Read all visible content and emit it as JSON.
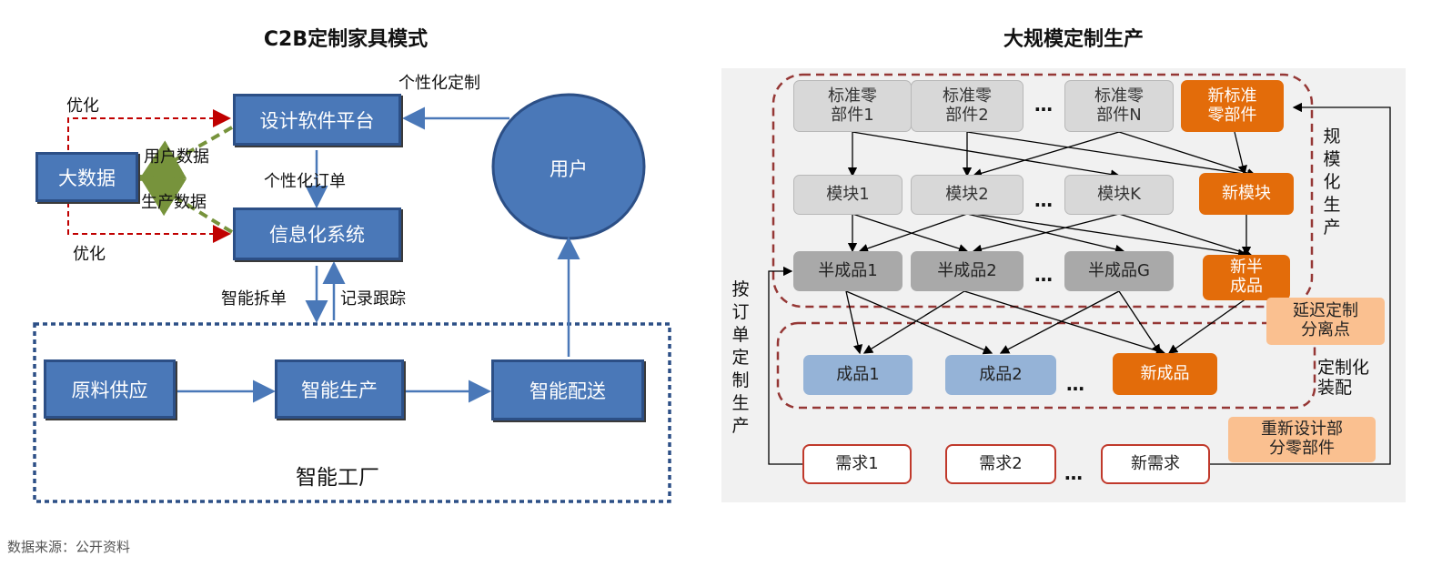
{
  "left": {
    "title": "C2B定制家具模式",
    "nodes": {
      "design_platform": "设计软件平台",
      "big_data": "大数据",
      "info_system": "信息化系统",
      "user": "用户",
      "raw_supply": "原料供应",
      "smart_production": "智能生产",
      "smart_delivery": "智能配送"
    },
    "labels": {
      "personalized_custom": "个性化定制",
      "personalized_order": "个性化订单",
      "optimize_top": "优化",
      "optimize_bottom": "优化",
      "user_data": "用户数据",
      "production_data": "生产数据",
      "smart_split": "智能拆单",
      "record_tracking": "记录跟踪",
      "smart_factory": "智能工厂"
    }
  },
  "right": {
    "title": "大规模定制生产",
    "row1": [
      "标准零\n部件1",
      "标准零\n部件2",
      "标准零\n部件N",
      "新标准\n零部件"
    ],
    "row2": [
      "模块1",
      "模块2",
      "模块K",
      "新模块"
    ],
    "row3": [
      "半成品1",
      "半成品2",
      "半成品G",
      "新半\n成品"
    ],
    "row4": [
      "成品1",
      "成品2",
      "新成品"
    ],
    "row5": [
      "需求1",
      "需求2",
      "新需求"
    ],
    "ellipsis": "…",
    "side_labels": {
      "mass_production": "规模化生产",
      "custom_assembly": "定制化\n装配",
      "by_order": "按订单定制生产"
    },
    "notes": {
      "delay_point": "延迟定制\n分离点",
      "redesign": "重新设计部\n分零部件"
    }
  },
  "footer": {
    "source": "数据来源：公开资料"
  },
  "colors": {
    "blue_box": "#4a78b8",
    "orange": "#e36c0a",
    "peach": "#fac090",
    "light_blue": "#95b3d7",
    "red_dashed": "#c00000",
    "green_dashed": "#77933c",
    "dark_red_dashed": "#953735"
  }
}
